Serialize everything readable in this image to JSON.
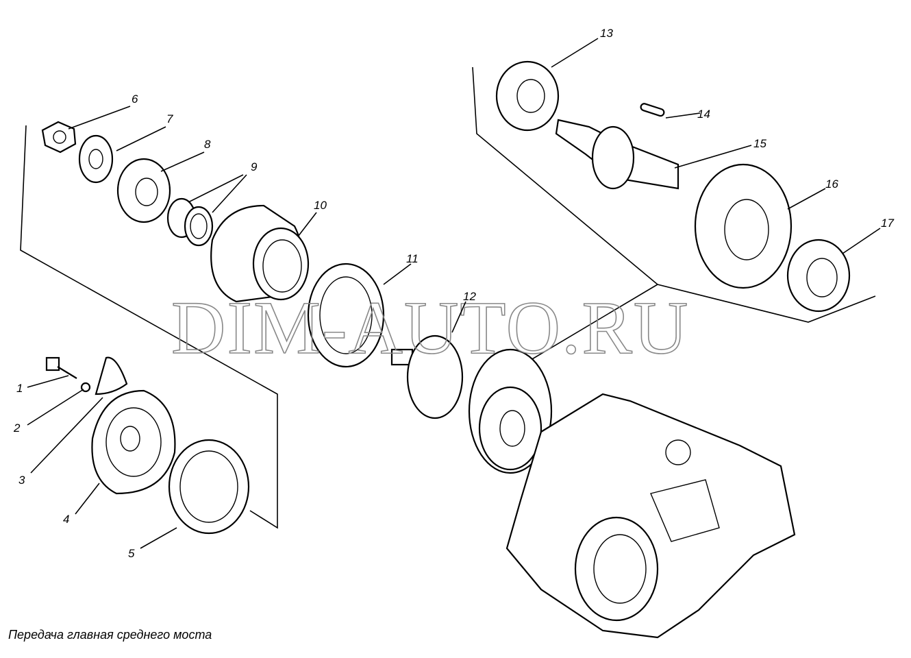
{
  "caption": "Передача главная среднего моста",
  "watermark": "DIM-AUTO.RU",
  "labels": [
    "1",
    "2",
    "3",
    "4",
    "5",
    "6",
    "7",
    "8",
    "9",
    "10",
    "11",
    "12",
    "13",
    "14",
    "15",
    "16",
    "17"
  ]
}
